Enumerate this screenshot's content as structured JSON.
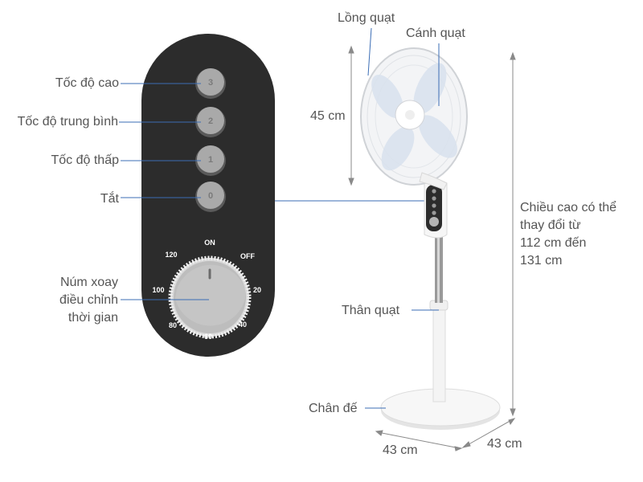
{
  "control_panel": {
    "labels": {
      "high_speed": "Tốc độ cao",
      "medium_speed": "Tốc độ trung bình",
      "low_speed": "Tốc độ thấp",
      "off": "Tắt",
      "timer_knob": [
        "Núm xoay",
        "điều chỉnh",
        "thời gian"
      ]
    },
    "buttons": [
      "3",
      "2",
      "1",
      "0"
    ],
    "dial": {
      "on": "ON",
      "off": "OFF",
      "marks": [
        "120",
        "100",
        "80",
        "60",
        "40",
        "20"
      ]
    }
  },
  "fan": {
    "labels": {
      "guard": "Lồng quạt",
      "blade": "Cánh quạt",
      "body": "Thân quạt",
      "base": "Chân đế"
    },
    "head_height": "45 cm",
    "height_note": [
      "Chiều cao có thể",
      "thay đổi từ",
      "112 cm đến",
      "131 cm"
    ],
    "base_width": "43 cm",
    "base_depth": "43 cm"
  },
  "colors": {
    "panel": "#2c2c2c",
    "button": "#a9a9a9",
    "leader_line": "#3b6db5",
    "dimension_line": "#8a8a8a"
  }
}
